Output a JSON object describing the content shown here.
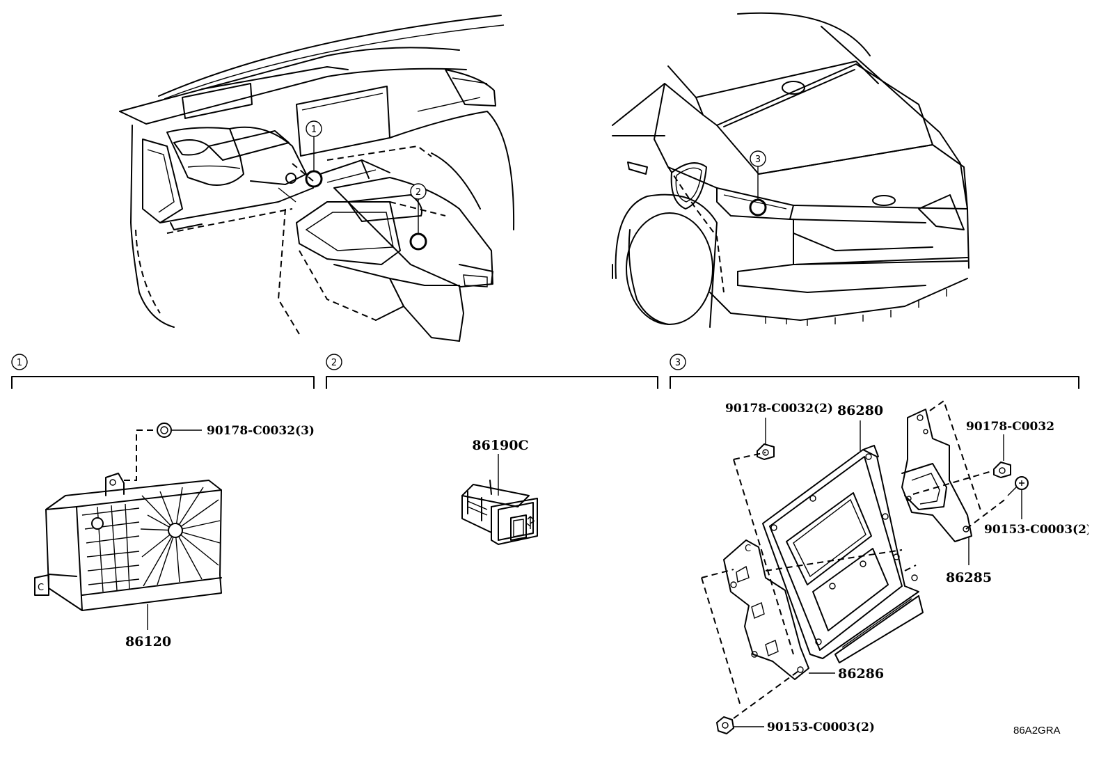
{
  "callouts": {
    "c1": "1",
    "c2": "2",
    "c3": "3"
  },
  "parts": {
    "amplifier": "86120",
    "amplifier_nut": "90178-C0032(3)",
    "usb_jack": "86190C",
    "rear_nut": "90178-C0032(2)",
    "rear_unit": "86280",
    "rear_nut_single": "90178-C0032",
    "rear_screw_right": "90153-C0003(2)",
    "rear_bracket_right": "86285",
    "rear_bracket_left": "86286",
    "rear_screw_bottom": "90153-C0003(2)"
  },
  "reference_code": "86A2GRA"
}
